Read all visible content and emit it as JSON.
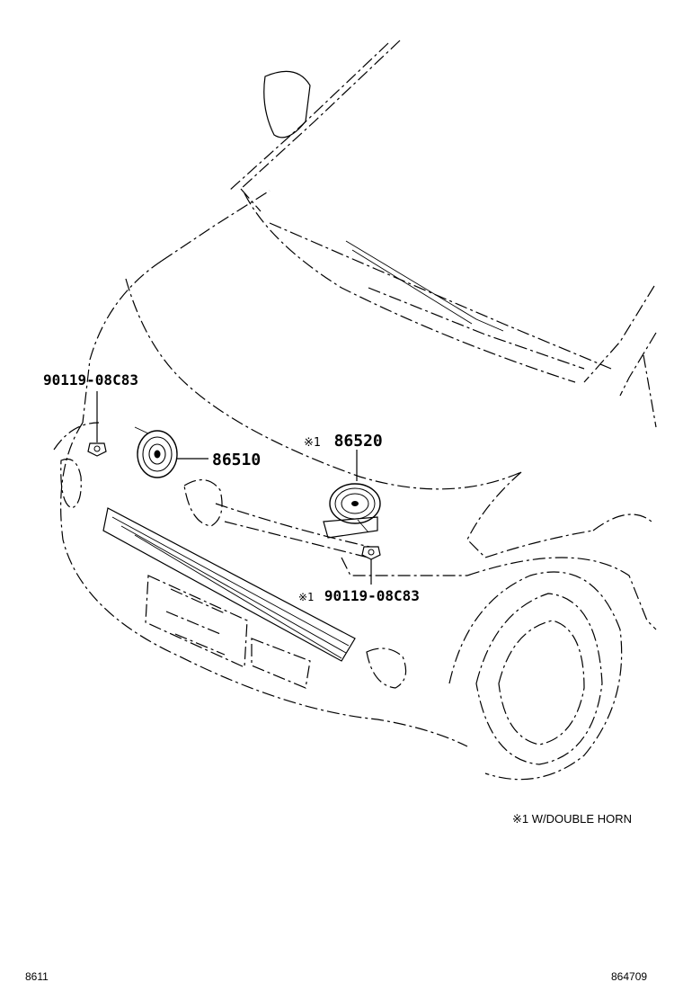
{
  "parts": [
    {
      "id": "bolt_left",
      "number": "90119-08C83",
      "prefix": ""
    },
    {
      "id": "horn_low",
      "number": "86510",
      "prefix": ""
    },
    {
      "id": "horn_high",
      "number": "86520",
      "prefix": "※1"
    },
    {
      "id": "bolt_right",
      "number": "90119-08C83",
      "prefix": "※1"
    }
  ],
  "note": "※1  W/DOUBLE HORN",
  "footer": {
    "section_code": "8611",
    "illustration_number": "864709"
  }
}
